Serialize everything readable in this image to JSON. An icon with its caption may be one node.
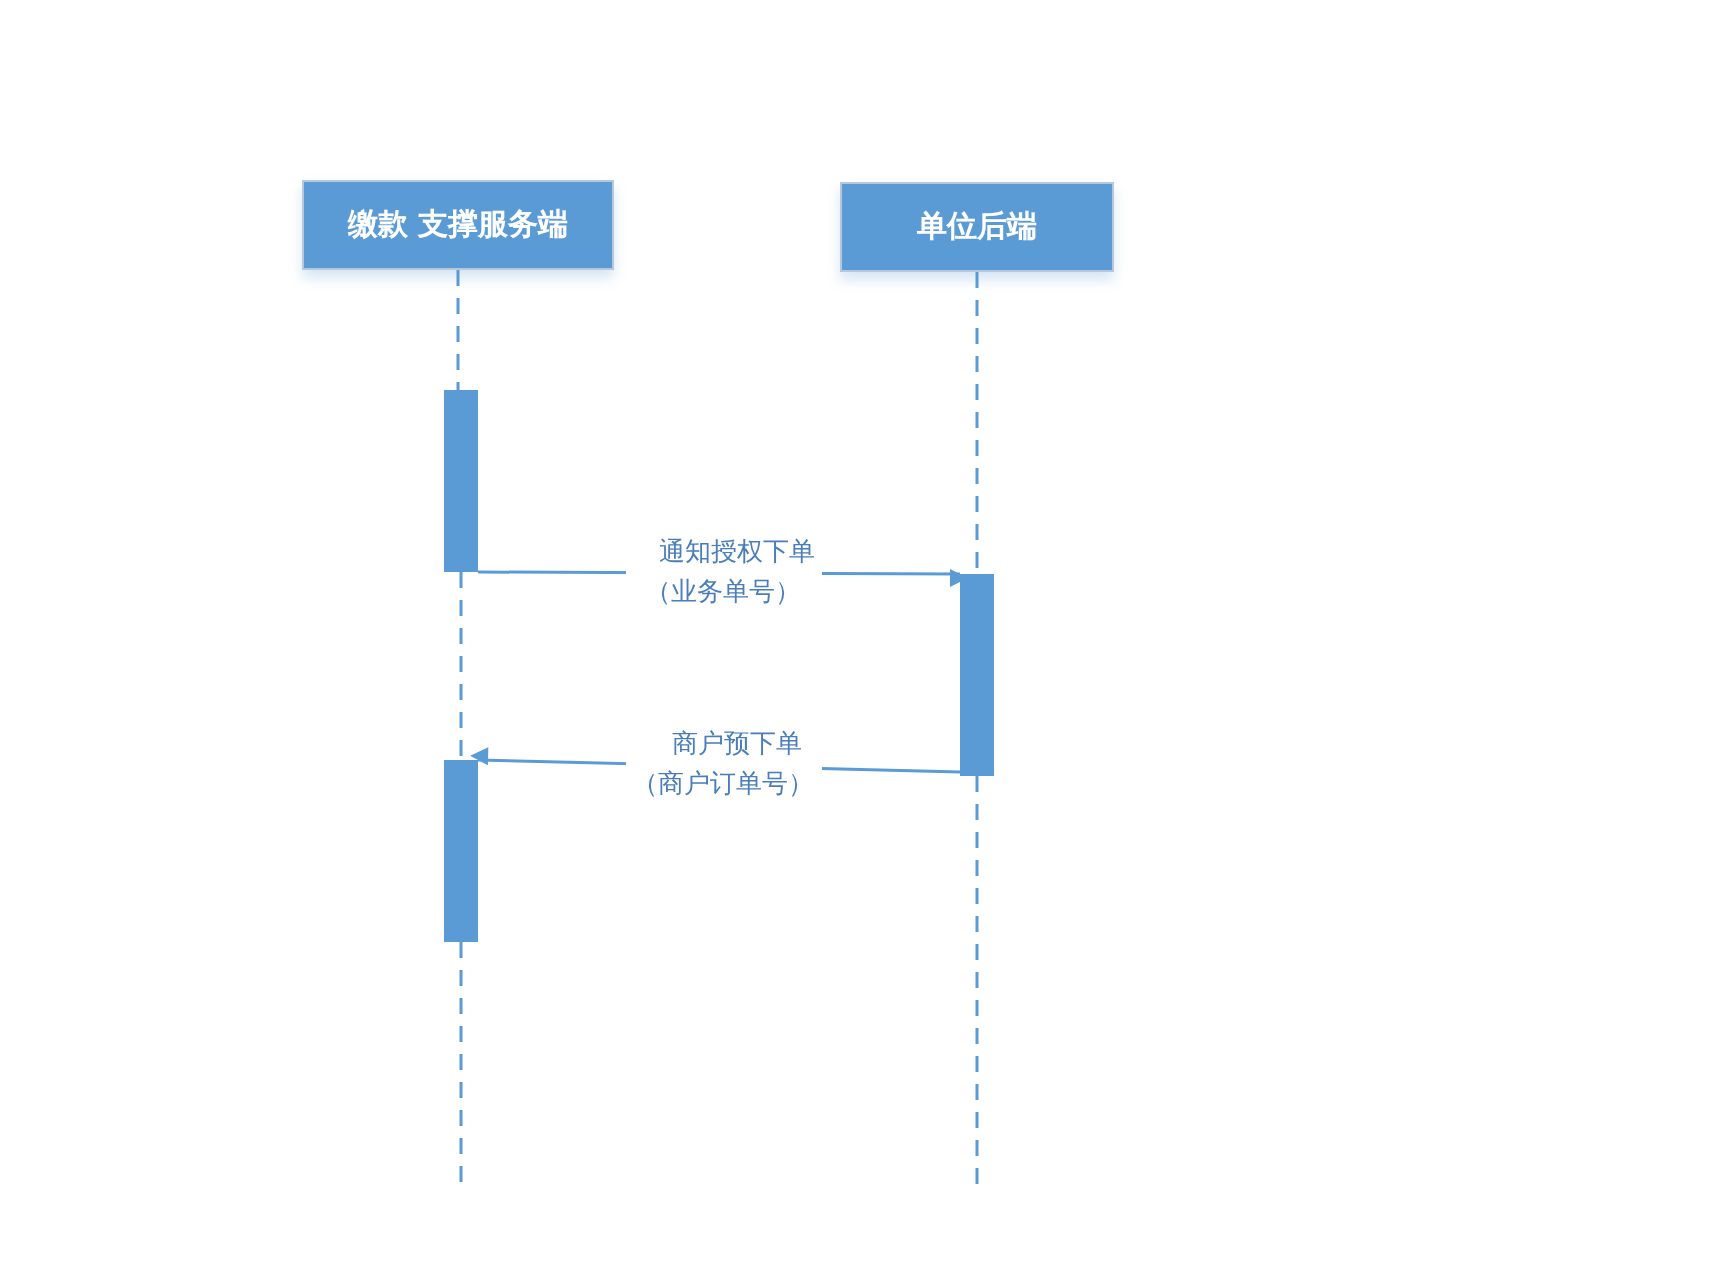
{
  "diagram": {
    "nodes": [
      {
        "text": [
          "缴款 支撑服务端"
        ]
      },
      {
        "text": [
          "单位后端"
        ]
      },
      {
        "text": [],
        "shape": "bar"
      },
      {
        "text": [],
        "shape": "bar"
      },
      {
        "text": [],
        "shape": "bar"
      }
    ],
    "edges": [
      {
        "from": 0,
        "to": 2,
        "arrow": "none",
        "style": "dashed"
      },
      {
        "from": 2,
        "to": 4,
        "arrow": "none",
        "style": "dashed"
      },
      {
        "from": 4,
        "to": null,
        "arrow": "none",
        "style": "dashed"
      },
      {
        "from": 1,
        "to": 3,
        "arrow": "none",
        "style": "dashed"
      },
      {
        "from": 3,
        "to": null,
        "arrow": "none",
        "style": "dashed"
      },
      {
        "from": 2,
        "to": 3,
        "arrow": "to",
        "label": "通知授权下单（业务单号）"
      },
      {
        "from": 3,
        "to": 4,
        "arrow": "to",
        "label": "商户预下单（商户订单号）"
      }
    ]
  }
}
